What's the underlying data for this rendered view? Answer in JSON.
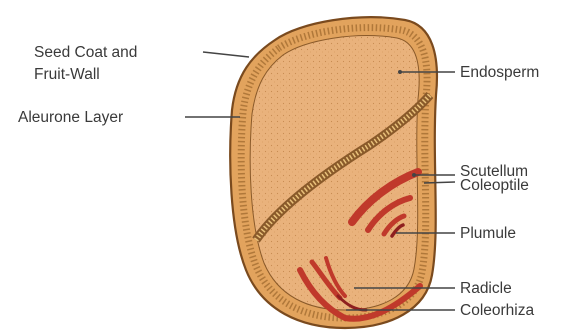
{
  "diagram": {
    "labels": {
      "seed_coat_line1": "Seed Coat and",
      "seed_coat_line2": "Fruit-Wall",
      "aleurone": "Aleurone Layer",
      "endosperm": "Endosperm",
      "scutellum": "Scutellum",
      "coleoptile": "Coleoptile",
      "plumule": "Plumule",
      "radicle": "Radicle",
      "coleorhiza": "Coleorhiza"
    },
    "colors": {
      "seed_fill": "#e8b07a",
      "seed_outline": "#7a4a1e",
      "aleurone_band": "#d9a85a",
      "embryo_red": "#c0392b",
      "embryo_dark": "#8e1f1f",
      "label_text": "#3a3a3a",
      "leader_line": "#444444"
    }
  }
}
